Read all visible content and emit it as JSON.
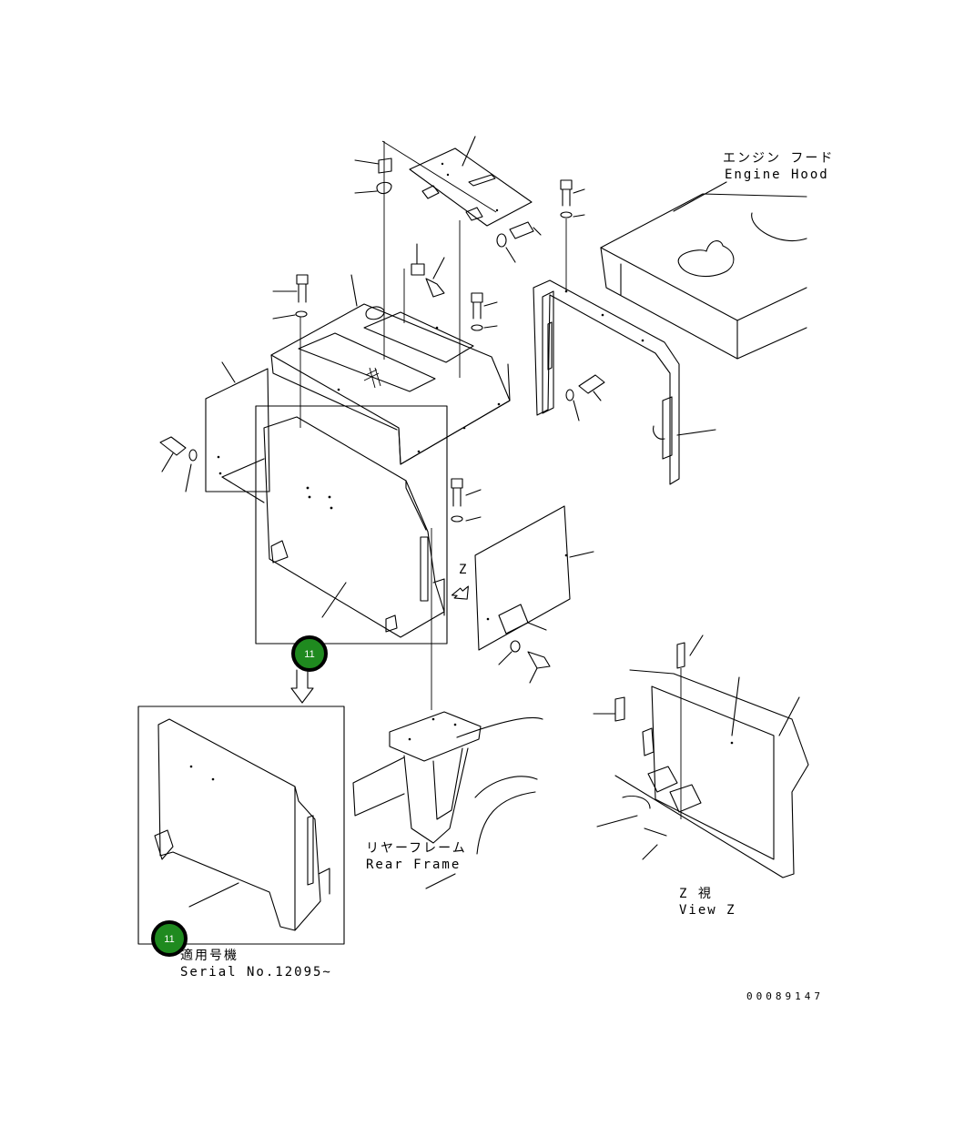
{
  "labels": {
    "engine_hood_jp": "エンジン フード",
    "engine_hood_en": "Engine Hood",
    "rear_frame_jp": "リヤーフレーム",
    "rear_frame_en": "Rear Frame",
    "view_z_jp": "Z 視",
    "view_z_en": "View Z",
    "z_marker": "Z",
    "serial_jp": "適用号機",
    "serial_en": "Serial No.12095~",
    "drawing_number": "00089147"
  },
  "callouts": [
    {
      "id": "callout-upper",
      "label": "11"
    },
    {
      "id": "callout-lower",
      "label": "11"
    }
  ],
  "colors": {
    "callout_fill": "#1f8a1f",
    "line": "#000000",
    "background": "#ffffff"
  }
}
